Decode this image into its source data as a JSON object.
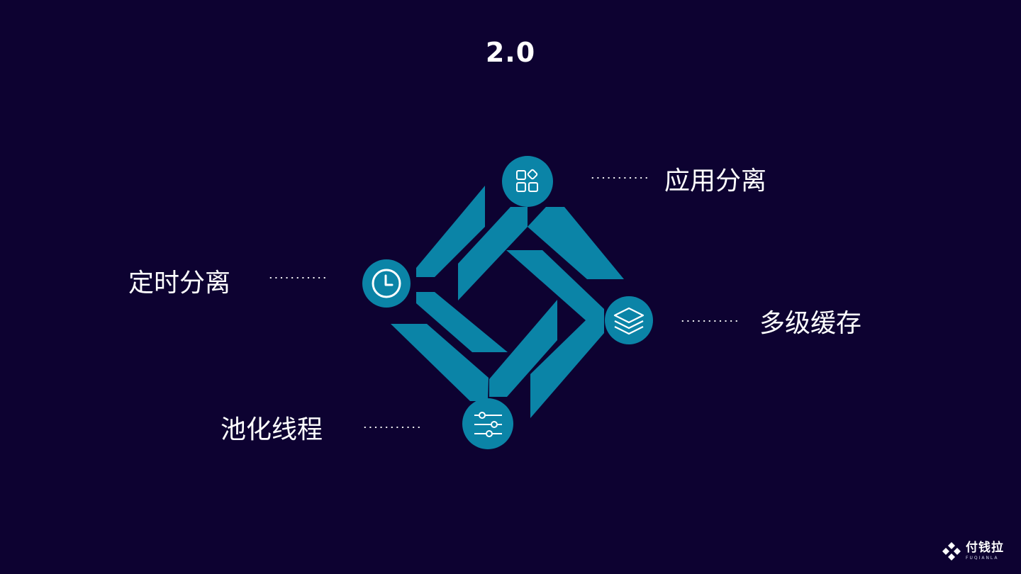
{
  "title": "2.0",
  "colors": {
    "background": "#0d0231",
    "accent": "#0b84a7",
    "text": "#ffffff"
  },
  "items": [
    {
      "label": "应用分离",
      "icon": "apps-grid-icon"
    },
    {
      "label": "多级缓存",
      "icon": "layers-icon"
    },
    {
      "label": "池化线程",
      "icon": "sliders-icon"
    },
    {
      "label": "定时分离",
      "icon": "clock-icon"
    }
  ],
  "logo": {
    "name": "付钱拉",
    "subtitle": "FUQIANLA"
  }
}
